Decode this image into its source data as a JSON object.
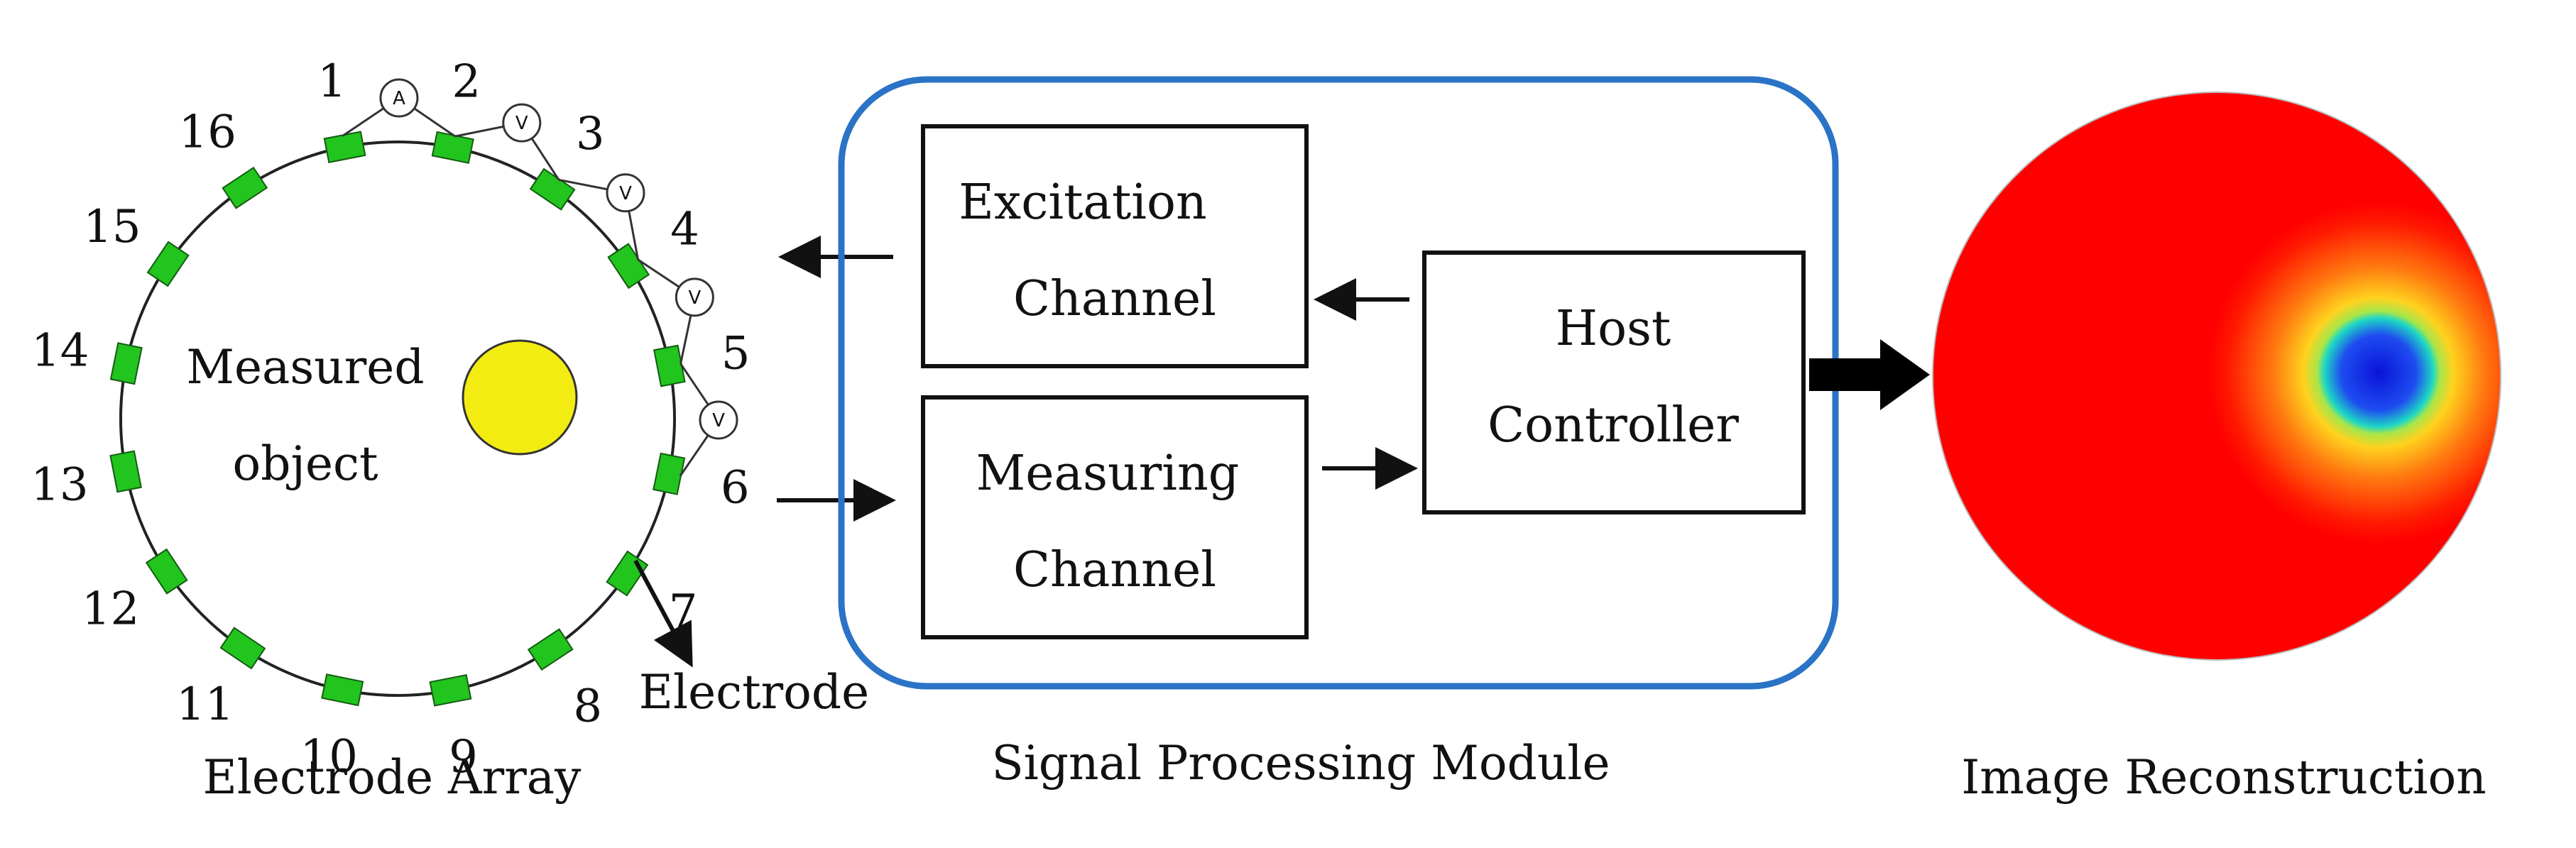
{
  "electrode_array": {
    "caption": "Electrode Array",
    "object_label_line1": "Measured",
    "object_label_line2": "object",
    "electrode_callout": "Electrode",
    "electrode_numbers": [
      "1",
      "2",
      "3",
      "4",
      "5",
      "6",
      "7",
      "8",
      "9",
      "10",
      "11",
      "12",
      "13",
      "14",
      "15",
      "16"
    ],
    "meters": [
      {
        "symbol": "A",
        "name": "ammeter"
      },
      {
        "symbol": "V",
        "name": "voltmeter"
      },
      {
        "symbol": "V",
        "name": "voltmeter"
      },
      {
        "symbol": "V",
        "name": "voltmeter"
      },
      {
        "symbol": "V",
        "name": "voltmeter"
      }
    ],
    "colors": {
      "electrode": "#22c41e",
      "object": "#f3ec13"
    }
  },
  "signal_processing": {
    "caption": "Signal Processing Module",
    "excitation_line1": "Excitation",
    "excitation_line2": "Channel",
    "measuring_line1": "Measuring",
    "measuring_line2": "Channel",
    "host_line1": "Host",
    "host_line2": "Controller",
    "colors": {
      "module_border": "#2a73c6"
    }
  },
  "image_reconstruction": {
    "caption": "Image Reconstruction",
    "colors": {
      "background": "#ff0000",
      "target_core": "#0a1ee0",
      "target_ring": "#18d4c8"
    }
  }
}
